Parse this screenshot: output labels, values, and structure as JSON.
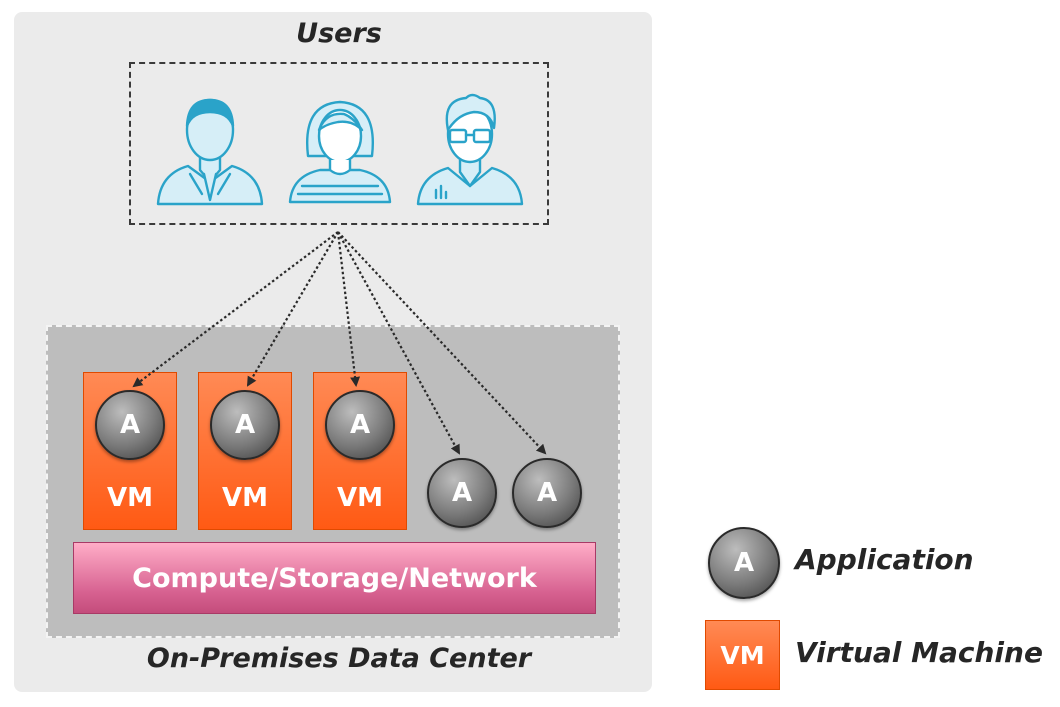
{
  "diagram": {
    "users_title": "Users",
    "datacenter_title": "On-Premises Data Center",
    "users": [
      {
        "icon": "businessman-icon"
      },
      {
        "icon": "woman-icon"
      },
      {
        "icon": "developer-with-glasses-icon"
      }
    ],
    "vms": [
      {
        "app_label": "A",
        "vm_label": "VM"
      },
      {
        "app_label": "A",
        "vm_label": "VM"
      },
      {
        "app_label": "A",
        "vm_label": "VM"
      }
    ],
    "standalone_apps": [
      {
        "label": "A"
      },
      {
        "label": "A"
      }
    ],
    "infrastructure_label": "Compute/Storage/Network"
  },
  "legend": {
    "app_symbol": "A",
    "app_text": "Application",
    "vm_symbol": "VM",
    "vm_text": "Virtual Machine"
  },
  "colors": {
    "user_icon": "#2aa3c9",
    "vm_orange": "#ff6a26",
    "infrastructure_pink": "#d76291",
    "app_gray": "#7a7a7a"
  }
}
